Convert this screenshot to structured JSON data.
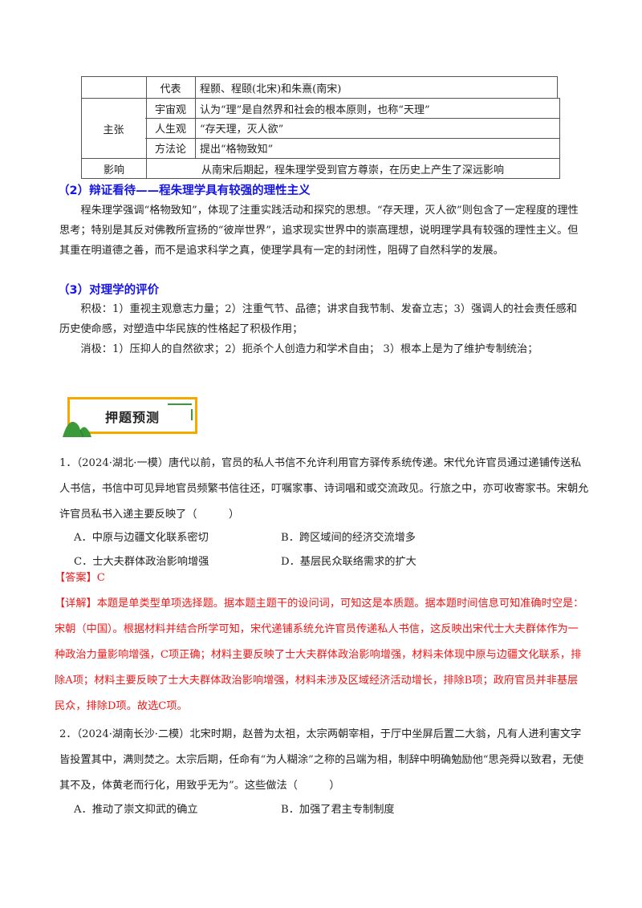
{
  "table": {
    "rows": [
      {
        "col1": "",
        "col2": "代表",
        "col3": "程颢、程颐(北宋)和朱熹(南宋)"
      },
      {
        "col1": "主张",
        "col2": "宇宙观",
        "col3": "认为“理”是自然界和社会的根本原则，也称“天理”"
      },
      {
        "col2": "人生观",
        "col3": "“存天理，灭人欲”"
      },
      {
        "col2": "方法论",
        "col3": "提出“格物致知”"
      },
      {
        "col1": "影响",
        "col3": "从南宋后期起，程朱理学受到官方尊崇，在历史上产生了深远影响"
      }
    ]
  },
  "section2": {
    "heading": "（2）辩证看待——程朱理学具有较强的理性主义",
    "body": "程朱理学强调“格物致知”，体现了注重实践活动和探究的思想。“存天理，灭人欲”则包含了一定程度的理性思考；特别是其反对佛教所宣扬的“彼岸世界”，追求现实世界中的崇高理想，说明理学具有较强的理性主义。但其重在明道德之善，而不是追求科学之真，使理学具有一定的封闭性，阻碍了自然科学的发展。"
  },
  "section3": {
    "heading": "（3）对理学的评价",
    "positive": "积极：1）重视主观意志力量；2）注重气节、品德；讲求自我节制、发奋立志；3）强调人的社会责任感和历史使命感，对塑造中华民族的性格起了积极作用；",
    "negative": "消极：1）压抑人的自然欲求；2）扼杀个人创造力和学术自由； 3）根本上是为了维护专制统治；"
  },
  "banner": {
    "title": "押题预测",
    "colors": {
      "border": "#f5a800",
      "accent": "#3a9a3a"
    }
  },
  "questions": [
    {
      "stem": "1．（2024·湖北·一模）唐代以前，官员的私人书信不允许利用官方驿传系统传递。宋代允许官员通过递铺传送私人书信，书信中可见异地官员频繁书信往还，叮嘱家事、诗词唱和或交流政见。行旅之中，亦可收寄家书。宋朝允许官员私书入递主要反映了（　　　）",
      "options": {
        "A": "A．中原与边疆文化联系密切",
        "B": "B．跨区域间的经济交流增多",
        "C": "C．士大夫群体政治影响增强",
        "D": "D．基层民众联络需求的扩大"
      },
      "answer_label": "【答案】C",
      "explain": "【详解】本题是单类型单项选择题。据本题主题干的设问词，可知这是本质题。据本题时间信息可知准确时空是：宋朝（中国）。根据材料并结合所学可知，宋代递铺系统允许官员传递私人书信，这反映出宋代士大夫群体作为一种政治力量影响增强，C项正确；材料主要反映了士大夫群体政治影响增强，材料未体现中原与边疆文化联系，排除A项；材料主要反映了士大夫群体政治影响增强，材料未涉及区域经济活动增长，排除B项；政府官员并非基层民众，排除D项。故选C项。"
    },
    {
      "stem": "2．（2024·湖南长沙·二模）北宋时期，赵普为太祖，太宗两朝宰相，于厅中坐屏后置二大翁，凡有人进利害文字皆投置其中，满则焚之。太宗后期，任命有“为人糊涂”之称的吕端为相，制辞中明确勉励他“思尧舜以致君，无使其不及，体黄老而行化，用致乎无为”。这些做法（　　　）",
      "options": {
        "A": "A．推动了崇文抑武的确立",
        "B": "B．加强了君主专制制度"
      }
    }
  ],
  "colors": {
    "heading_blue": "#1515e8",
    "answer_red": "#f01818"
  }
}
